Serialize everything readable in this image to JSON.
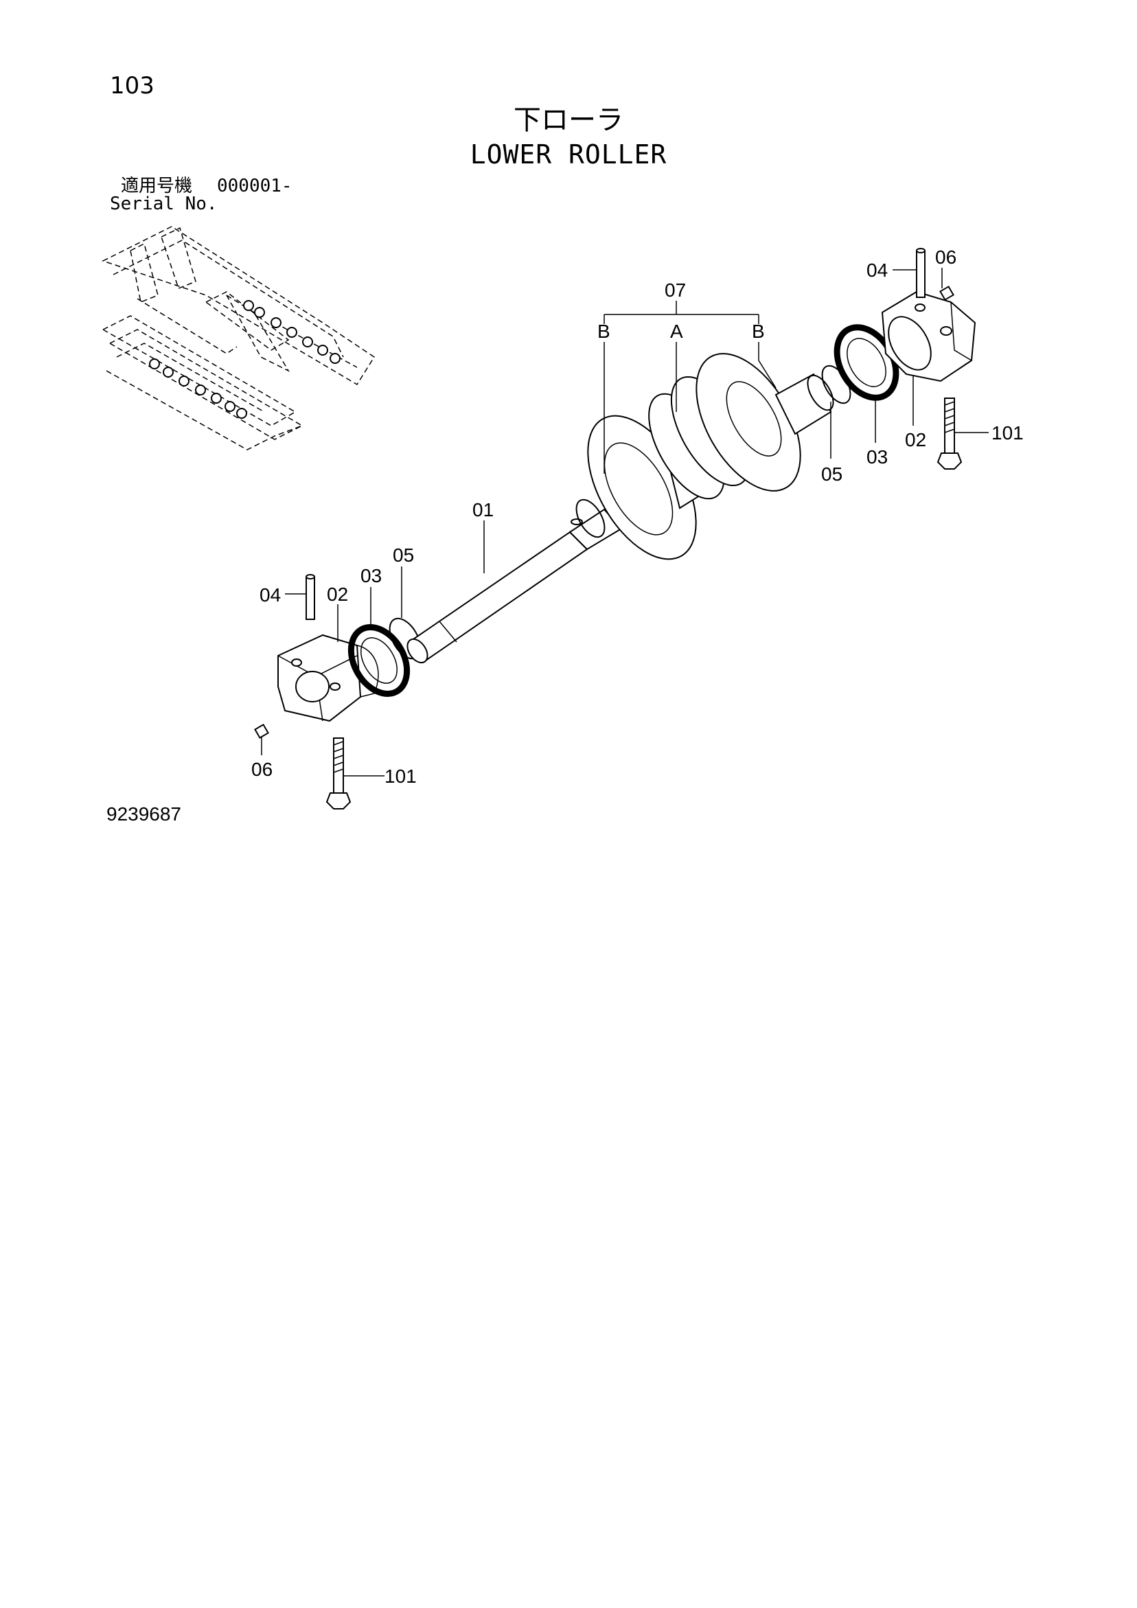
{
  "header": {
    "page_number": "103",
    "title_jp": "下ローラ",
    "title_en": "LOWER ROLLER",
    "serial_label_jp": "適用号機",
    "serial_value": "000001-",
    "serial_label_en": "Serial No."
  },
  "footer": {
    "drawing_number": "9239687"
  },
  "callouts": {
    "c01": "01",
    "c02_left": "02",
    "c02_right": "02",
    "c03_left": "03",
    "c03_right": "03",
    "c04_left": "04",
    "c04_right": "04",
    "c05_left": "05",
    "c05_right": "05",
    "c06_left": "06",
    "c06_right": "06",
    "c07": "07",
    "cA": "A",
    "cB_left": "B",
    "cB_right": "B",
    "c101_left": "101",
    "c101_right": "101"
  }
}
